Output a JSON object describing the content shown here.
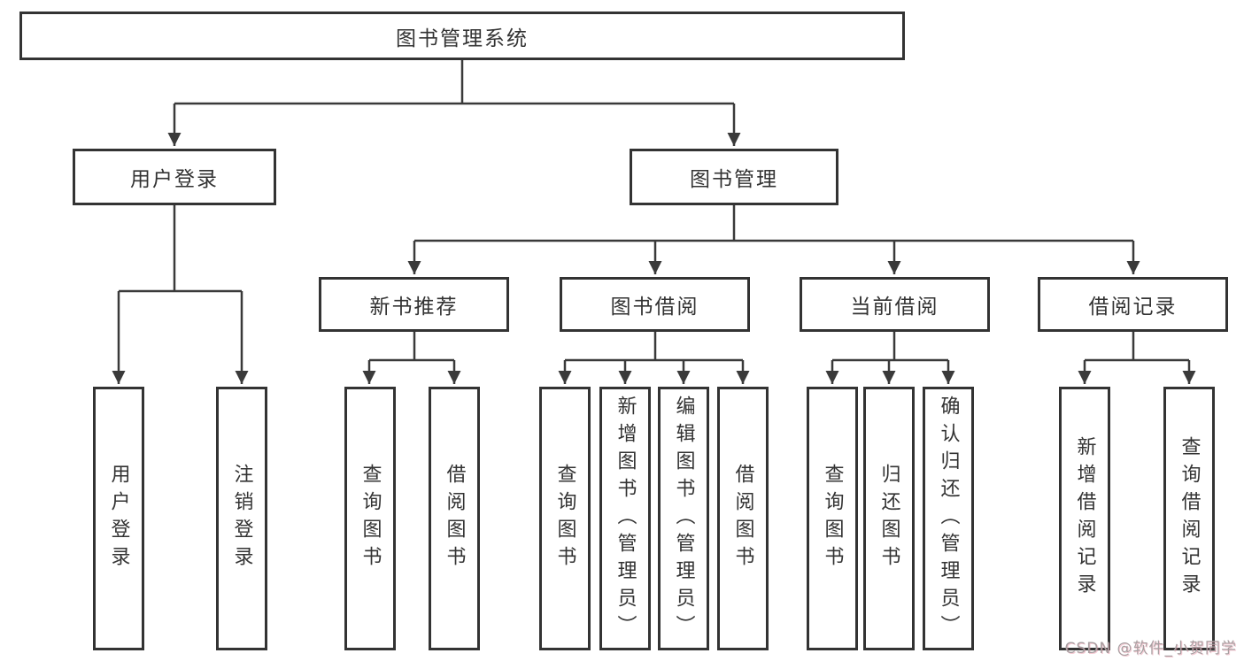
{
  "diagram": {
    "title": "图书管理系统",
    "level2": [
      {
        "label": "用户登录"
      },
      {
        "label": "图书管理"
      }
    ],
    "level3": [
      {
        "label": "新书推荐"
      },
      {
        "label": "图书借阅"
      },
      {
        "label": "当前借阅"
      },
      {
        "label": "借阅记录"
      }
    ],
    "leaves": [
      {
        "label": "用户登录"
      },
      {
        "label": "注销登录"
      },
      {
        "label": "查询图书"
      },
      {
        "label": "借阅图书"
      },
      {
        "label": "查询图书"
      },
      {
        "label": "新增图书（管理员）"
      },
      {
        "label": "编辑图书（管理员）"
      },
      {
        "label": "借阅图书"
      },
      {
        "label": "查询图书"
      },
      {
        "label": "归还图书"
      },
      {
        "label": "确认归还（管理员）"
      },
      {
        "label": "新增借阅记录"
      },
      {
        "label": "查询借阅记录"
      }
    ]
  },
  "watermark": {
    "text": "CSDN @软件_小贺同学"
  },
  "colors": {
    "background": "#ffffff",
    "box_border": "#333333",
    "line": "#3a3a3a",
    "text": "#333333",
    "watermark": "#a89fa1"
  }
}
